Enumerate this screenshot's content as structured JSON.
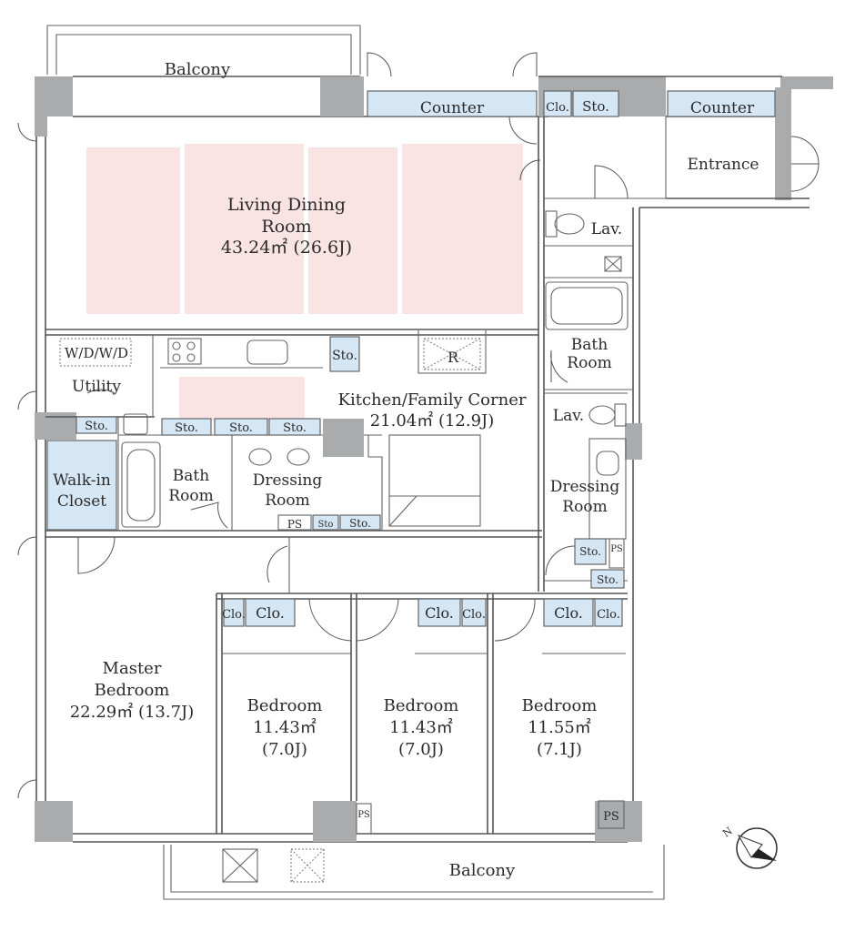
{
  "rooms": {
    "balcony_top": "Balcony",
    "counter_kitchen": "Counter",
    "clo_entry": "Clo.",
    "sto_entry": "Sto.",
    "counter_entrance": "Counter",
    "entrance": "Entrance",
    "lav_top": "Lav.",
    "living_1": "Living Dining",
    "living_2": "Room",
    "living_3": "43.24㎡ (26.6J)",
    "wdwd": "W/D/W/D",
    "sto_kitchen": "Sto.",
    "fridge": "R",
    "bath_right_1": "Bath",
    "bath_right_2": "Room",
    "utility": "Utility",
    "sto_utility": "Sto.",
    "sto_k1": "Sto.",
    "sto_k2": "Sto.",
    "sto_k3": "Sto.",
    "kitchen_1": "Kitchen/Family Corner",
    "kitchen_2": "21.04㎡ (12.9J)",
    "lav_right": "Lav.",
    "walkin_1": "Walk-in",
    "walkin_2": "Closet",
    "bath_left_1": "Bath",
    "bath_left_2": "Room",
    "dress_left_1": "Dressing",
    "dress_left_2": "Room",
    "ps_mid": "PS",
    "sto_small": "Sto",
    "sto_dress": "Sto.",
    "dress_right_1": "Dressing",
    "dress_right_2": "Room",
    "sto_r1": "Sto.",
    "ps_r": "PS",
    "sto_r2": "Sto.",
    "b1_clo_a": "Clo.",
    "b1_clo_b": "Clo.",
    "b2_clo_a": "Clo.",
    "b2_clo_b": "Clo.",
    "b3_clo_a": "Clo.",
    "b3_clo_b": "Clo.",
    "master_1": "Master",
    "master_2": "Bedroom",
    "master_3": "22.29㎡ (13.7J)",
    "bed1_1": "Bedroom",
    "bed1_2": "11.43㎡",
    "bed1_3": "(7.0J)",
    "bed2_1": "Bedroom",
    "bed2_2": "11.43㎡",
    "bed2_3": "(7.0J)",
    "bed3_1": "Bedroom",
    "bed3_2": "11.55㎡",
    "bed3_3": "(7.1J)",
    "ps_bottom": "PS",
    "ps_corner": "PS",
    "balcony_bottom": "Balcony"
  },
  "compass": {
    "north_label": "N",
    "icon": "compass-icon"
  }
}
